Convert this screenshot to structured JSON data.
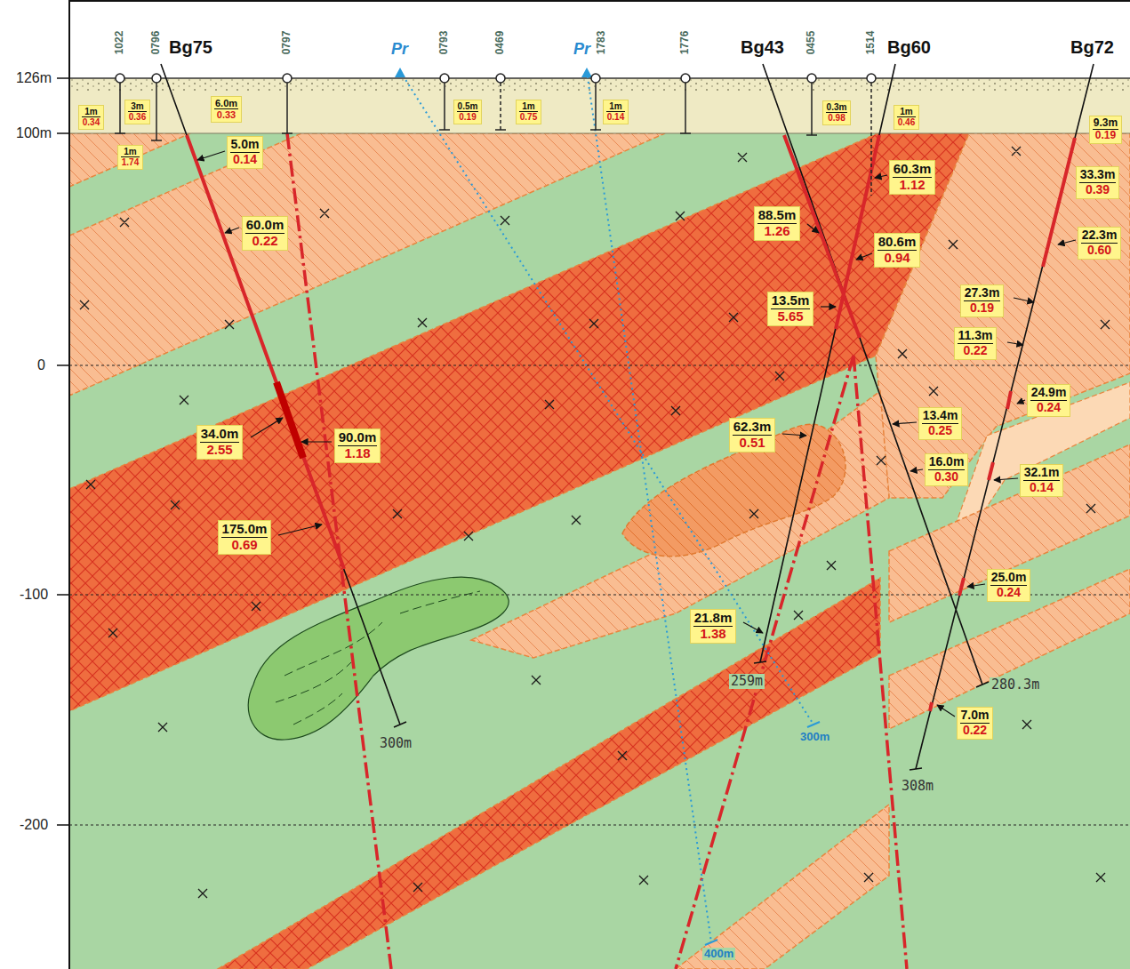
{
  "diagram": {
    "nodes": [
      {
        "text": [
          "1m",
          "0.34"
        ]
      },
      {
        "text": [
          "3m",
          "0.36"
        ]
      },
      {
        "text": [
          "6.0m",
          "0.33"
        ]
      },
      {
        "text": [
          "0.5m",
          "0.19"
        ]
      },
      {
        "text": [
          "1m",
          "0.75"
        ]
      },
      {
        "text": [
          "1m",
          "0.14"
        ]
      },
      {
        "text": [
          "0.3m",
          "0.98"
        ]
      },
      {
        "text": [
          "1m",
          "0.46"
        ]
      },
      {
        "text": [
          "9.3m",
          "0.19"
        ]
      },
      {
        "text": [
          "5.0m",
          "0.14"
        ]
      },
      {
        "text": [
          "1m",
          "1.74"
        ]
      },
      {
        "text": [
          "60.3m",
          "1.12"
        ]
      },
      {
        "text": [
          "33.3m",
          "0.39"
        ]
      },
      {
        "text": [
          "88.5m",
          "1.26"
        ]
      },
      {
        "text": [
          "60.0m",
          "0.22"
        ]
      },
      {
        "text": [
          "22.3m",
          "0.60"
        ]
      },
      {
        "text": [
          "80.6m",
          "0.94"
        ]
      },
      {
        "text": [
          "27.3m",
          "0.19"
        ]
      },
      {
        "text": [
          "13.5m",
          "5.65"
        ]
      },
      {
        "text": [
          "11.3m",
          "0.22"
        ]
      },
      {
        "text": [
          "24.9m",
          "0.24"
        ]
      },
      {
        "text": [
          "13.4m",
          "0.25"
        ]
      },
      {
        "text": [
          "62.3m",
          "0.51"
        ]
      },
      {
        "text": [
          "34.0m",
          "2.55"
        ]
      },
      {
        "text": [
          "90.0m",
          "1.18"
        ]
      },
      {
        "text": [
          "16.0m",
          "0.30"
        ]
      },
      {
        "text": [
          "32.1m",
          "0.14"
        ]
      },
      {
        "text": [
          "175.0m",
          "0.69"
        ]
      },
      {
        "text": [
          "25.0m",
          "0.24"
        ]
      },
      {
        "text": [
          "21.8m",
          "1.38"
        ]
      },
      {
        "text": [
          "7.0m",
          "0.22"
        ]
      }
    ],
    "labels": [
      "126m",
      "100m",
      "0",
      "-100",
      "-200",
      "1022",
      "0796",
      "Bg75",
      "0797",
      "Pr",
      "0793",
      "0469",
      "Pr",
      "1783",
      "1776",
      "Bg43",
      "0455",
      "1514",
      "Bg60",
      "Bg72",
      "280.3m",
      "259m",
      "300m",
      "300m",
      "308m",
      "400m"
    ]
  }
}
